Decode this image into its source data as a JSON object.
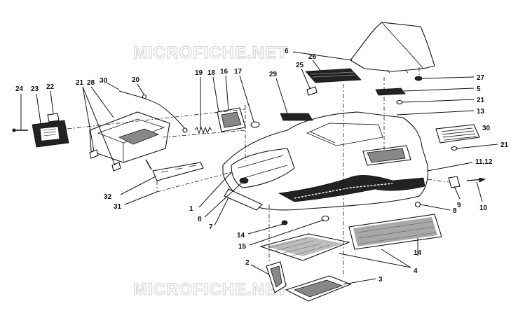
{
  "watermark": {
    "text": "MICROFICHE.NET"
  },
  "callouts": [
    {
      "id": "c24",
      "text": "24"
    },
    {
      "id": "c23",
      "text": "23"
    },
    {
      "id": "c22",
      "text": "22"
    },
    {
      "id": "c21a",
      "text": "21"
    },
    {
      "id": "c28",
      "text": "28"
    },
    {
      "id": "c30a",
      "text": "30"
    },
    {
      "id": "c20",
      "text": "20"
    },
    {
      "id": "c19",
      "text": "19"
    },
    {
      "id": "c18",
      "text": "18"
    },
    {
      "id": "c16",
      "text": "16"
    },
    {
      "id": "c17",
      "text": "17"
    },
    {
      "id": "c29",
      "text": "29"
    },
    {
      "id": "c25",
      "text": "25"
    },
    {
      "id": "c26",
      "text": "26"
    },
    {
      "id": "c6",
      "text": "6"
    },
    {
      "id": "c27",
      "text": "27"
    },
    {
      "id": "c5",
      "text": "5"
    },
    {
      "id": "c21b",
      "text": "21"
    },
    {
      "id": "c13",
      "text": "13"
    },
    {
      "id": "c30b",
      "text": "30"
    },
    {
      "id": "c21c",
      "text": "21"
    },
    {
      "id": "c1112",
      "text": "11,12"
    },
    {
      "id": "c9",
      "text": "9"
    },
    {
      "id": "c10",
      "text": "10"
    },
    {
      "id": "c8a",
      "text": "8"
    },
    {
      "id": "c32",
      "text": "32"
    },
    {
      "id": "c31",
      "text": "31"
    },
    {
      "id": "c1",
      "text": "1"
    },
    {
      "id": "c8b",
      "text": "8"
    },
    {
      "id": "c7",
      "text": "7"
    },
    {
      "id": "c14a",
      "text": "14"
    },
    {
      "id": "c15",
      "text": "15"
    },
    {
      "id": "c2",
      "text": "2"
    },
    {
      "id": "c4",
      "text": "4"
    },
    {
      "id": "c14b",
      "text": "14"
    },
    {
      "id": "c3",
      "text": "3"
    }
  ]
}
